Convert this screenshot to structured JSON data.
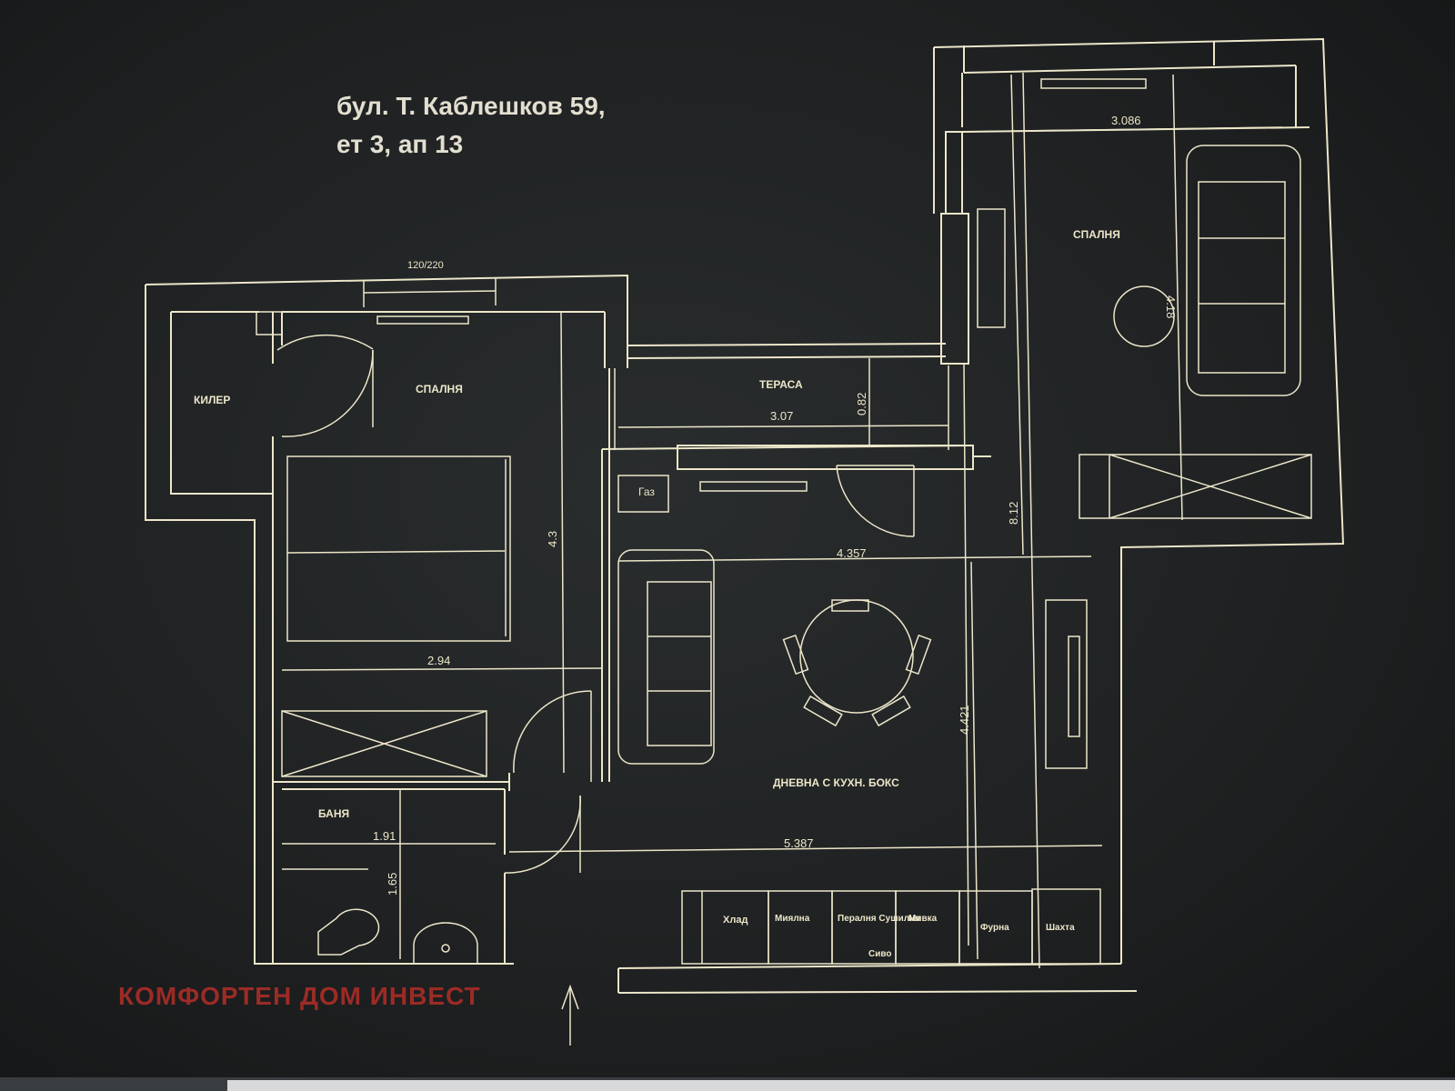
{
  "title": {
    "line1": "бул. Т. Каблешков 59,",
    "line2": "ет 3, ап 13"
  },
  "rooms": {
    "storage": "КИЛЕР",
    "bedroom_left": "СПАЛНЯ",
    "bedroom_right": "СПАЛНЯ",
    "terrace": "ТЕРАСА",
    "living": "ДНЕВНА С КУХН. БОКС",
    "bathroom": "БАНЯ"
  },
  "dimensions": {
    "window_top": "120/220",
    "bedroom_right_width": "3.086",
    "bedroom_right_height": "4.18",
    "total_height": "8.12",
    "terrace_width": "3.07",
    "terrace_depth": "0.82",
    "bedroom_left_height": "4.3",
    "bedroom_left_width": "2.94",
    "living_width": "4.357",
    "living_height": "4.421",
    "bath_width": "1.91",
    "bath_height": "1.65",
    "kitchen_width": "5.387"
  },
  "kitchen": {
    "fridge": "Хлад",
    "dishwasher": "Миялна",
    "washer_dryer": "Пералня Сушилня",
    "dryer_extra": "Сиво",
    "sink": "Мивка",
    "oven": "Фурна",
    "shaft": "Шахта"
  },
  "gas": "Газ",
  "watermark": "КОМФОРТЕН ДОМ ИНВЕСТ",
  "colors": {
    "background": "#1e2021",
    "lines": "#ece6c9",
    "watermark": "#9c2b26"
  }
}
